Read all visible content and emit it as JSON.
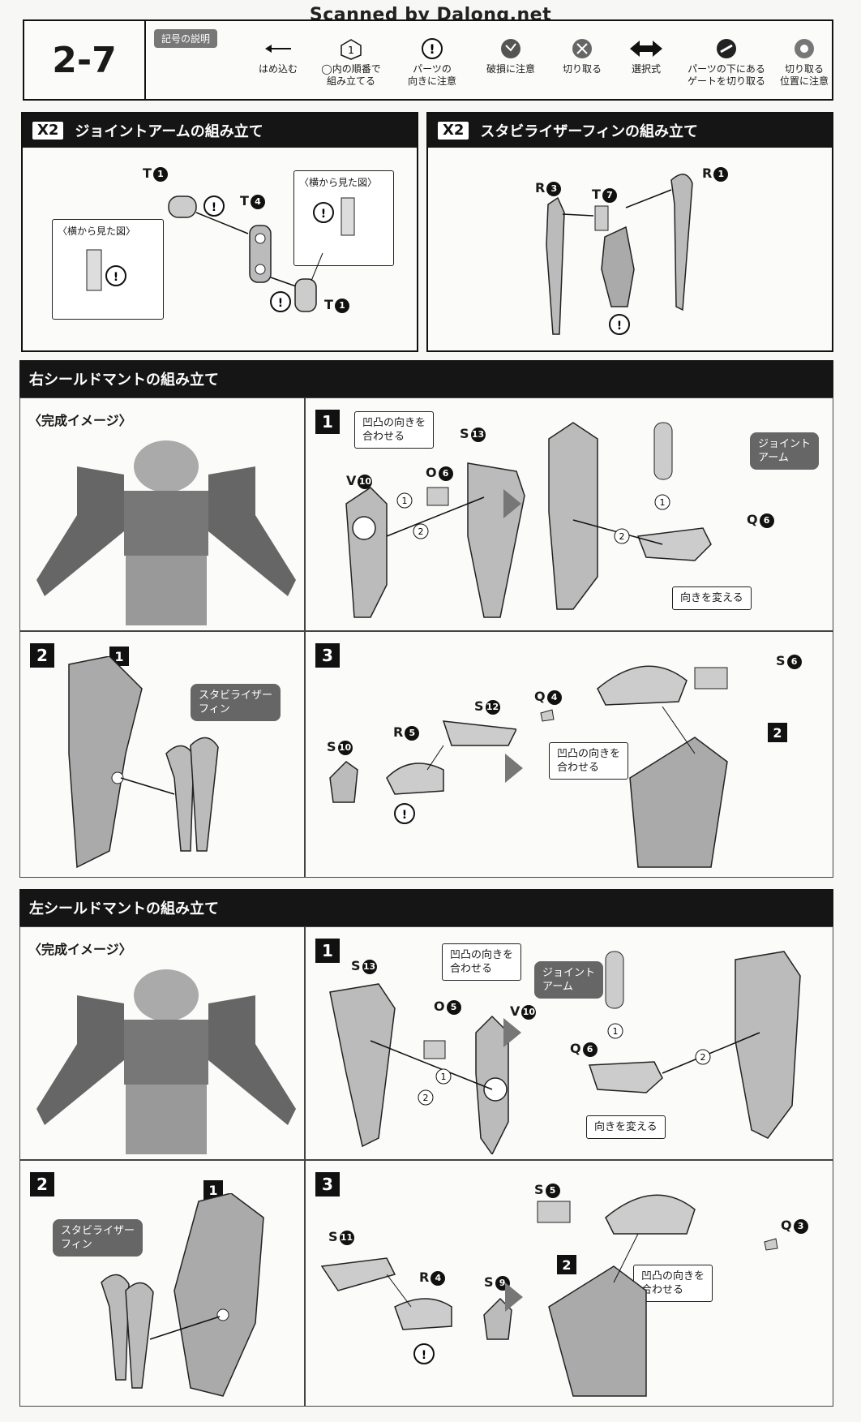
{
  "watermark": "Scanned by Dalong.net",
  "header": {
    "step": "2-7",
    "legend_title": "記号の説明",
    "legend": [
      {
        "icon": "arrow-left-icon",
        "label": "はめ込む"
      },
      {
        "icon": "circled-1-icon",
        "label": "◯内の順番で\n組み立てる"
      },
      {
        "icon": "exclamation-circle-icon",
        "label": "パーツの\n向きに注意"
      },
      {
        "icon": "break-warning-icon",
        "label": "破損に注意"
      },
      {
        "icon": "cut-icon",
        "label": "切り取る"
      },
      {
        "icon": "choice-arrows-icon",
        "label": "選択式"
      },
      {
        "icon": "gate-cut-icon",
        "label": "パーツの下にある\nゲートを切り取る"
      },
      {
        "icon": "cut-position-icon",
        "label": "切り取る\n位置に注意"
      }
    ]
  },
  "joint_arm": {
    "multiplier": "X2",
    "title": "ジョイントアームの組み立て",
    "side_view_label": "〈横から見た図〉",
    "parts": {
      "t1_top": "T",
      "t1_top_n": "1",
      "t4": "T",
      "t4_n": "4",
      "t1_bottom": "T",
      "t1_bottom_n": "1"
    }
  },
  "stabilizer_fin": {
    "multiplier": "X2",
    "title": "スタビライザーフィンの組み立て",
    "parts": {
      "r3": "R",
      "r3_n": "3",
      "t7": "T",
      "t7_n": "7",
      "r1": "R",
      "r1_n": "1"
    }
  },
  "right_mantle": {
    "title": "右シールドマントの組み立て",
    "preview": "〈完成イメージ〉",
    "step1": {
      "num": "1",
      "note": "凹凸の向きを\n合わせる",
      "parts": {
        "s13": "S",
        "s13_n": "13",
        "v10": "V",
        "v10_n": "10",
        "o6": "O",
        "o6_n": "6",
        "q6": "Q",
        "q6_n": "6"
      },
      "joint_label": "ジョイント\nアーム",
      "turn_label": "向きを変える"
    },
    "step2": {
      "num": "2",
      "ref": "1",
      "label": "スタビライザー\nフィン"
    },
    "step3": {
      "num": "3",
      "parts": {
        "s12": "S",
        "s12_n": "12",
        "s10": "S",
        "s10_n": "10",
        "r5": "R",
        "r5_n": "5",
        "q4": "Q",
        "q4_n": "4",
        "s6": "S",
        "s6_n": "6"
      },
      "ref": "2",
      "note": "凹凸の向きを\n合わせる"
    }
  },
  "left_mantle": {
    "title": "左シールドマントの組み立て",
    "preview": "〈完成イメージ〉",
    "step1": {
      "num": "1",
      "note": "凹凸の向きを\n合わせる",
      "parts": {
        "s13": "S",
        "s13_n": "13",
        "o5": "O",
        "o5_n": "5",
        "v10": "V",
        "v10_n": "10",
        "q6": "Q",
        "q6_n": "6"
      },
      "joint_label": "ジョイント\nアーム",
      "turn_label": "向きを変える"
    },
    "step2": {
      "num": "2",
      "ref": "1",
      "label": "スタビライザー\nフィン"
    },
    "step3": {
      "num": "3",
      "parts": {
        "s11": "S",
        "s11_n": "11",
        "r4": "R",
        "r4_n": "4",
        "s9": "S",
        "s9_n": "9",
        "s5": "S",
        "s5_n": "5",
        "q3": "Q",
        "q3_n": "3"
      },
      "ref": "2",
      "note": "凹凸の向きを\n合わせる"
    }
  }
}
